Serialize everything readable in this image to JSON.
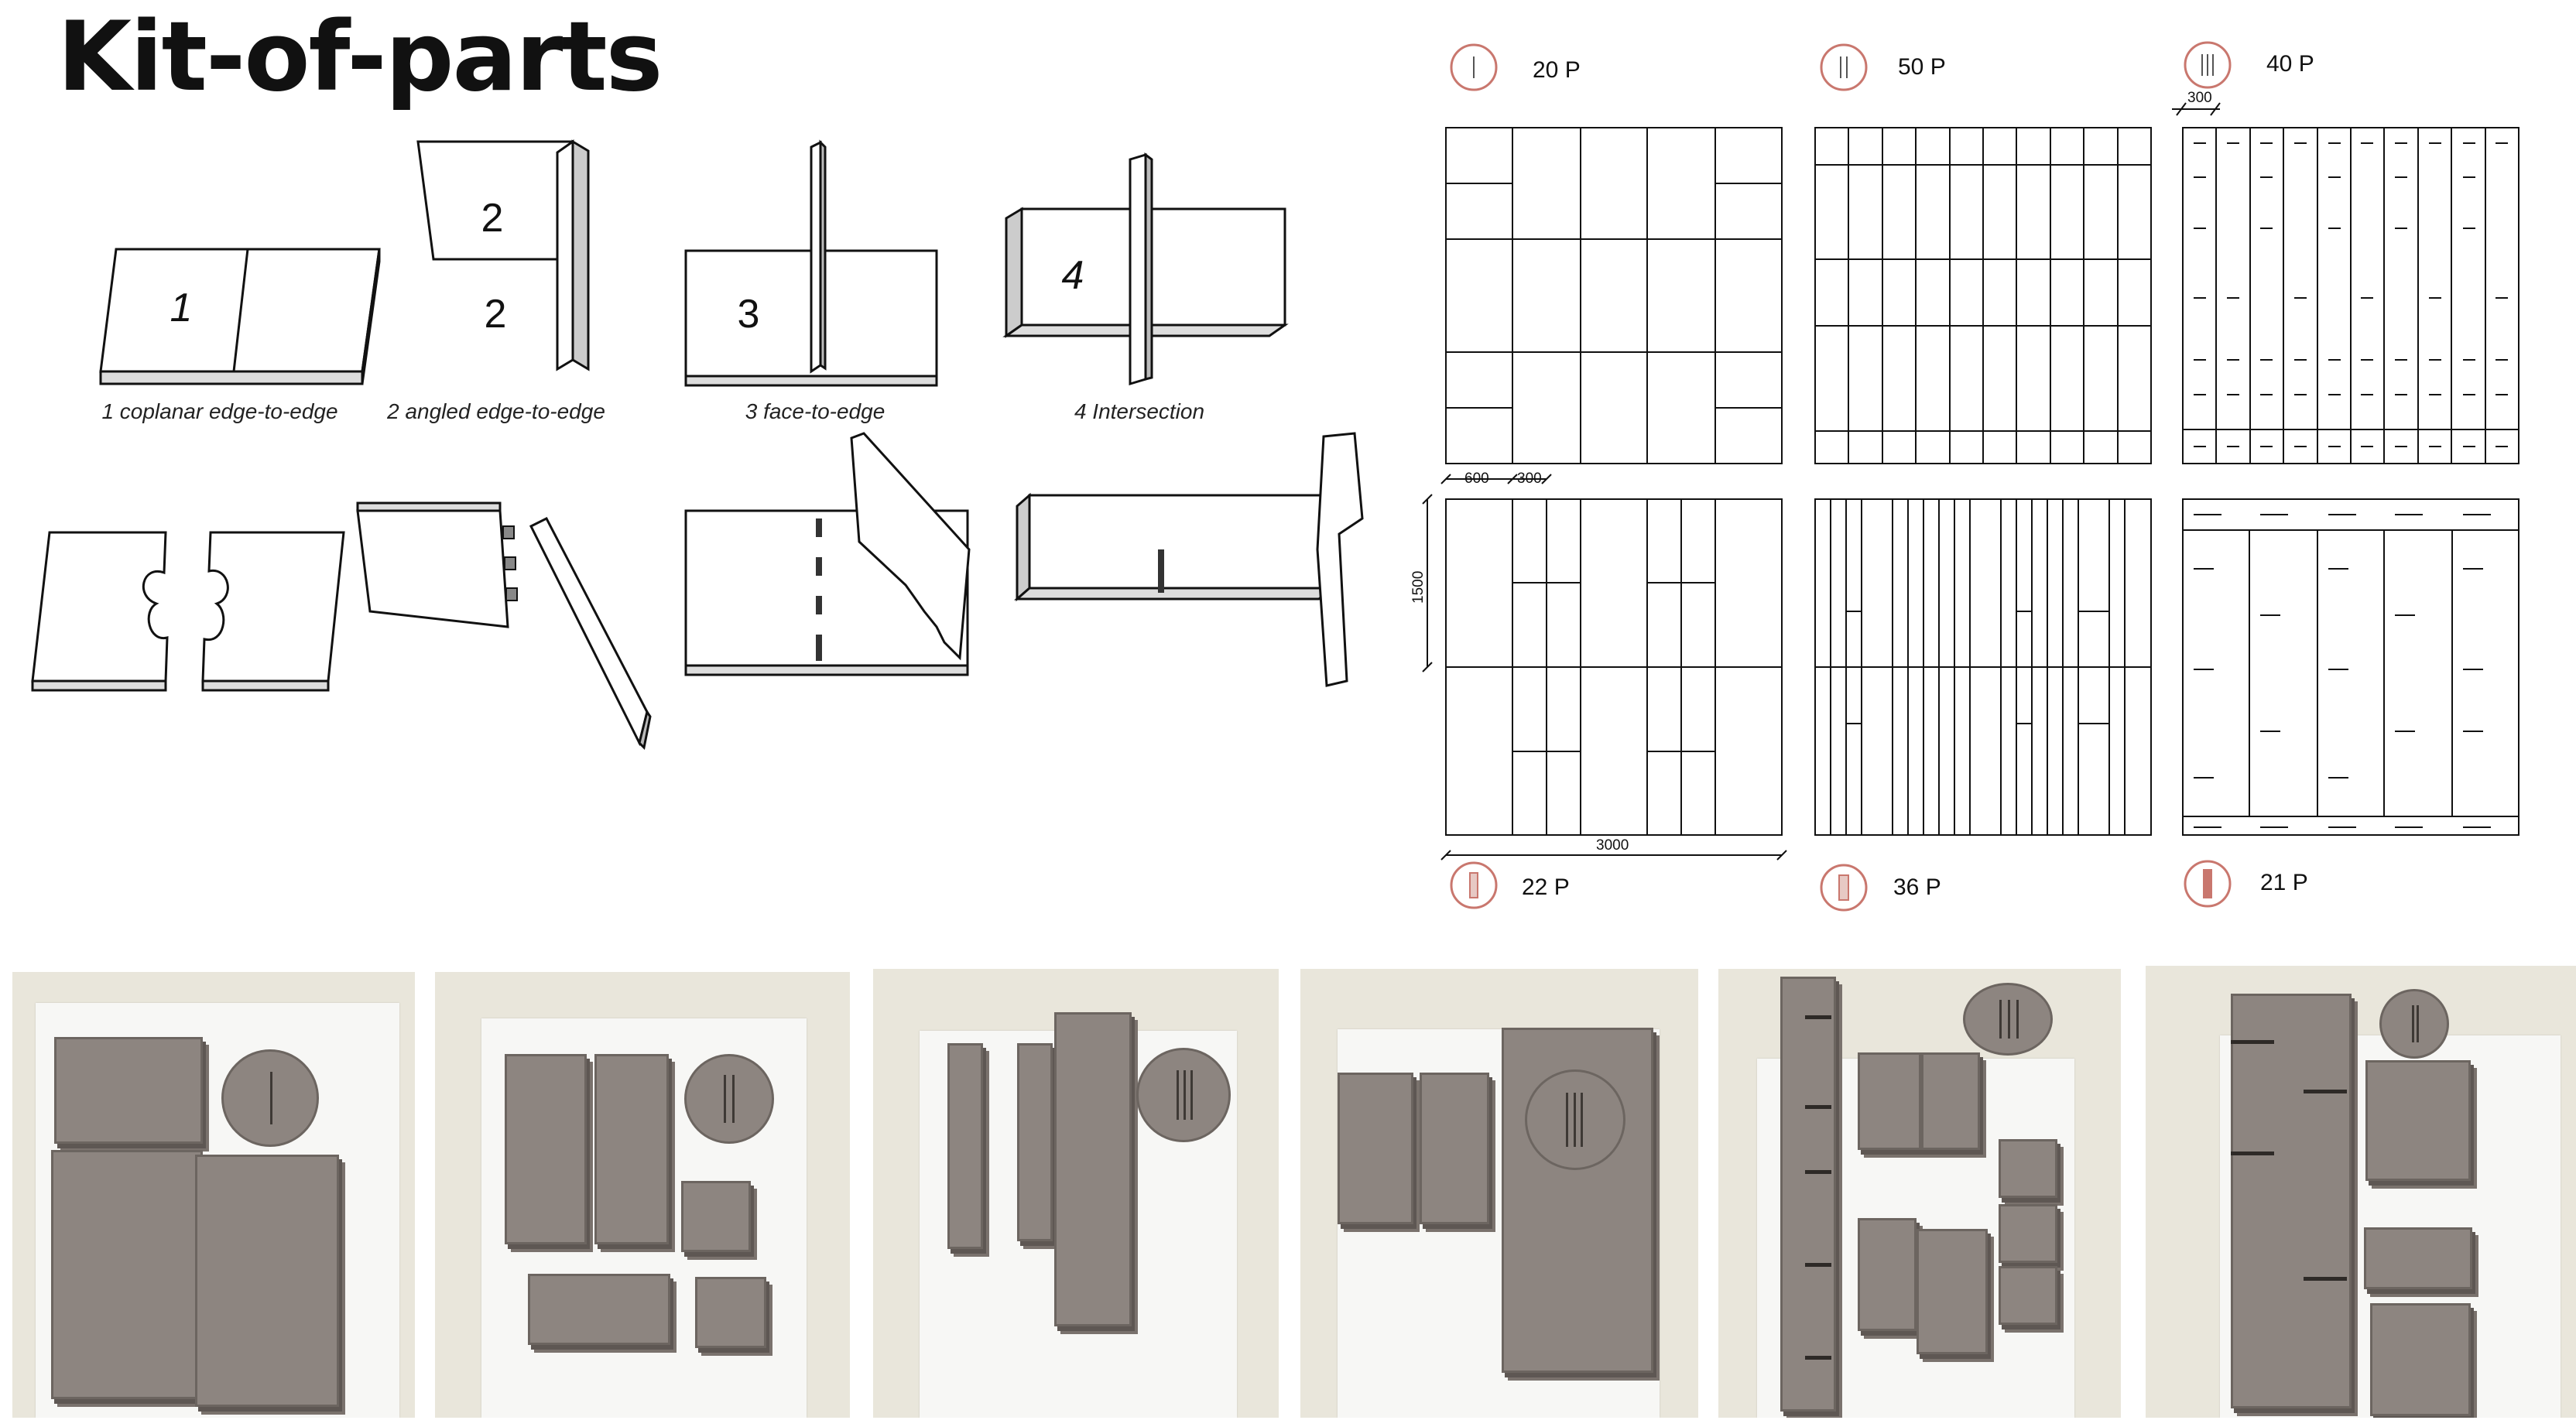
{
  "title": "Kit-of-parts",
  "joints": [
    {
      "label": "1 coplanar edge-to-edge",
      "num": "1"
    },
    {
      "label": "2 angled edge-to-edge",
      "num": "2"
    },
    {
      "label": "3 face-to-edge",
      "num": "3"
    },
    {
      "label": "4 Intersection",
      "num": "4"
    }
  ],
  "sheets": [
    {
      "count": "20 P",
      "icon": "single-line-badge-icon"
    },
    {
      "count": "50 P",
      "icon": "double-line-badge-icon"
    },
    {
      "count": "40 P",
      "icon": "triple-line-badge-icon"
    },
    {
      "count": "22 P",
      "icon": "single-bar-badge-icon"
    },
    {
      "count": "36 P",
      "icon": "double-bar-badge-icon"
    },
    {
      "count": "21 P",
      "icon": "triple-bar-badge-icon"
    }
  ],
  "dimensions": {
    "d600": "600",
    "d300a": "300",
    "d300b": "300",
    "d1500": "1500",
    "d3000": "3000"
  },
  "colors": {
    "badge": "#c9776e",
    "cardboard": "#8d8580",
    "line": "#111111"
  }
}
